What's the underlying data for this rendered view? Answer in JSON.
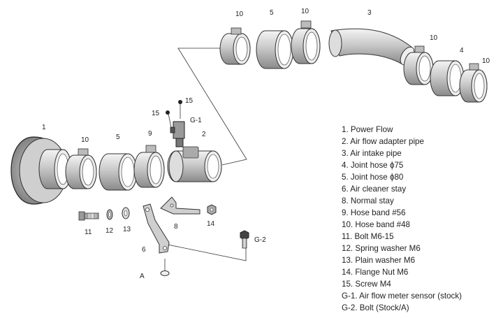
{
  "callouts": {
    "c10a": "10",
    "c5a": "5",
    "c10b": "10",
    "c3": "3",
    "c10c": "10",
    "c4": "4",
    "c10d": "10",
    "c1": "1",
    "c10e": "10",
    "c5b": "5",
    "c9": "9",
    "c2": "2",
    "c15a": "15",
    "c15b": "15",
    "cG1": "G-1",
    "c11": "11",
    "c12": "12",
    "c13": "13",
    "c8": "8",
    "c14": "14",
    "c6": "6",
    "cA": "A",
    "cG2": "G-2"
  },
  "legend": [
    "1. Power Flow",
    "2. Air flow adapter pipe",
    "3. Air intake pipe",
    "4. Joint hose ϕ75",
    "5. Joint hose ϕ80",
    "6. Air cleaner stay",
    "8. Normal stay",
    "9. Hose band #56",
    "10. Hose band #48",
    "11. Bolt M6-15",
    "12. Spring washer M6",
    "13. Plain washer M6",
    "14. Flange Nut M6",
    "15. Screw M4",
    "G-1. Air flow meter sensor (stock)",
    "G-2. Bolt (Stock/A)"
  ]
}
